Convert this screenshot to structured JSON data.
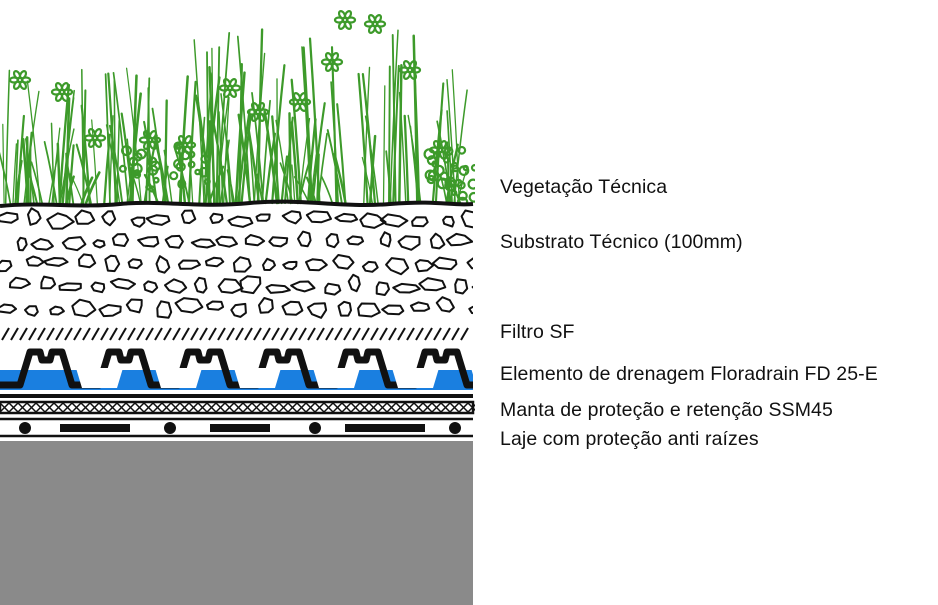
{
  "layers": [
    {
      "id": "vegetacao",
      "label": "Vegetação Técnica"
    },
    {
      "id": "substrato",
      "label": "Substrato Técnico (100mm)"
    },
    {
      "id": "filtro",
      "label": "Filtro SF"
    },
    {
      "id": "drenagem",
      "label": "Elemento de drenagem Floradrain FD 25-E"
    },
    {
      "id": "manta",
      "label": "Manta de proteção e retenção SSM45"
    },
    {
      "id": "laje",
      "label": "Laje com proteção anti raízes"
    }
  ],
  "colors": {
    "vegetation": "#3d9a2a",
    "water": "#1a7fe0",
    "slab": "#8a8a8a",
    "outline": "#111111"
  }
}
